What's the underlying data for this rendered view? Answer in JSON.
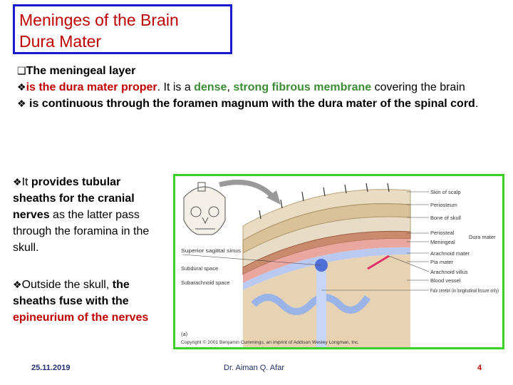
{
  "title": {
    "line1": "Meninges of the Brain",
    "line2": "Dura Mater"
  },
  "para1": {
    "bullet1": "The meningeal layer",
    "s2a": "is the dura mater proper",
    "s2b": ". It is a ",
    "s2c": "dense",
    "s2d": ", ",
    "s2e": "strong fibrous membrane",
    "s2f": " covering the brain",
    "s3a": " is continuous through the foramen magnum with the dura mater of the spinal cord",
    "s3b": "."
  },
  "para2": {
    "a": "It ",
    "b": "provides tubular sheaths for the cranial nerves",
    "c": " as the latter pass through the foramina in the skull."
  },
  "para3": {
    "a": "Outside the skull, ",
    "b": "the sheaths fuse with the",
    "c": "epineurium of the nerves"
  },
  "figure": {
    "labels": {
      "skin_scalp": "Skin of scalp",
      "periosteum": "Periosteum",
      "bone_skull": "Bone of skull",
      "periosteal": "Periosteal",
      "meningeal": "Meningeal",
      "dura_mater": "Dura mater",
      "arachnoid_mater": "Arachnoid mater",
      "pia_mater": "Pia mater",
      "arachnoid_villus": "Arachnoid villus",
      "blood_vessel": "Blood vessel",
      "falx_cerebri": "Falx cerebri (in longitudinal fissure only)",
      "superior_sinus": "Superior sagittal sinus",
      "subdural_space": "Subdural space",
      "subarachnoid_space": "Subarachnoid space",
      "part": "(a)",
      "copyright": "Copyright © 2001 Benjamin Cummings, an imprint of Addison Wesley Longman, Inc."
    }
  },
  "footer": {
    "date": "25.11.2019",
    "author": "Dr. Aiman Q. Afar",
    "page": "4"
  }
}
